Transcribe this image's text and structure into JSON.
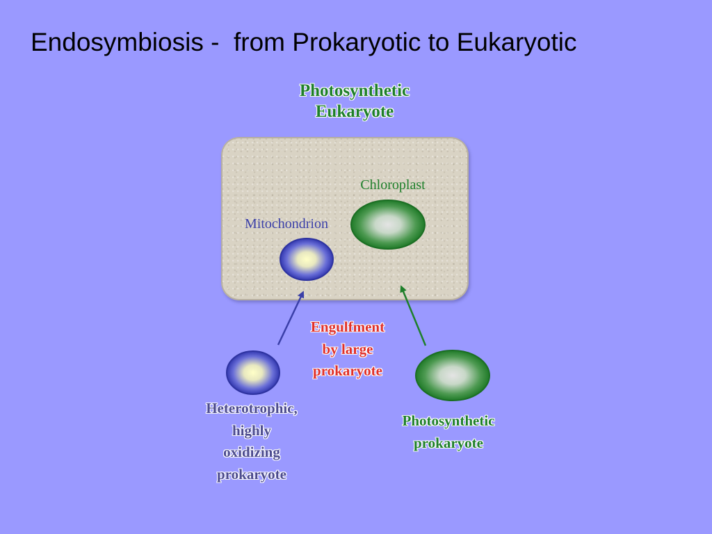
{
  "slide": {
    "title": "Endosymbiosis -  from Prokaryotic to Eukaryotic"
  },
  "diagram": {
    "top_label_line1": "Photosynthetic",
    "top_label_line2": "Eukaryote",
    "chloroplast_label": "Chloroplast",
    "mitochondrion_label": "Mitochondrion",
    "engulfment_line1": "Engulfment",
    "engulfment_line2": "by large",
    "engulfment_line3": "prokaryote",
    "heterotrophic_line1": "Heterotrophic,",
    "heterotrophic_line2": "highly",
    "heterotrophic_line3": "oxidizing",
    "heterotrophic_line4": "prokaryote",
    "photosynthetic_prok_line1": "Photosynthetic",
    "photosynthetic_prok_line2": "prokaryote"
  },
  "colors": {
    "background": "#9A99FF",
    "cell": "#D9D3C4",
    "green": "#1E7F2A",
    "blue": "#3A3FA8",
    "red": "#E0302A"
  }
}
